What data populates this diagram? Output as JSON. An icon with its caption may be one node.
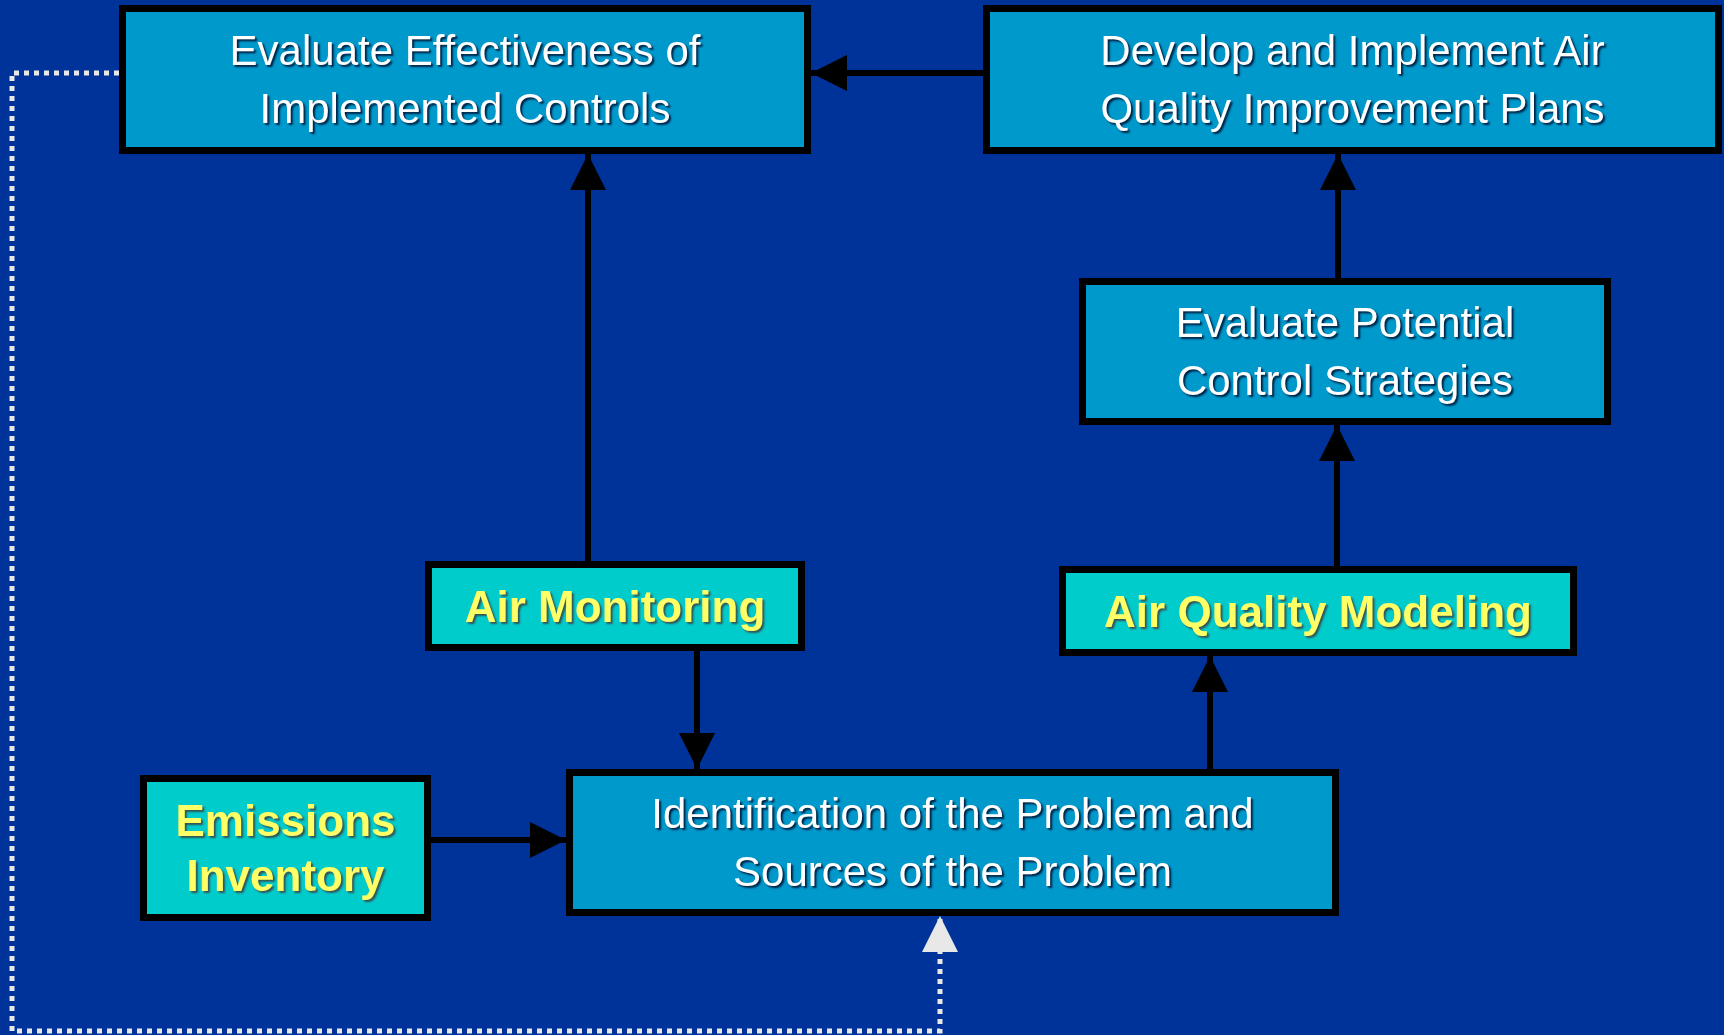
{
  "diagram": {
    "nodes": [
      {
        "text": [
          "Evaluate Effectiveness of Implemented Controls"
        ]
      },
      {
        "text": [
          "Develop and Implement Air Quality Improvement Plans"
        ]
      },
      {
        "text": [
          "Evaluate Potential Control Strategies"
        ]
      },
      {
        "text": [
          "Air Monitoring"
        ]
      },
      {
        "text": [
          "Air Quality Modeling"
        ]
      },
      {
        "text": [
          "Emissions Inventory"
        ]
      },
      {
        "text": [
          "Identification of the Problem and Sources of the Problem"
        ]
      }
    ],
    "edges": [
      {
        "from": 1,
        "to": 0,
        "arrow": "to"
      },
      {
        "from": 3,
        "to": 0,
        "arrow": "to"
      },
      {
        "from": 2,
        "to": 1,
        "arrow": "to"
      },
      {
        "from": 4,
        "to": 2,
        "arrow": "to"
      },
      {
        "from": 3,
        "to": 6,
        "arrow": "to"
      },
      {
        "from": 6,
        "to": 4,
        "arrow": "to"
      },
      {
        "from": 5,
        "to": 6,
        "arrow": "to"
      },
      {
        "from": 0,
        "to": 6,
        "arrow": "to",
        "style": "dashed",
        "color": "#e8e8e8"
      }
    ]
  }
}
